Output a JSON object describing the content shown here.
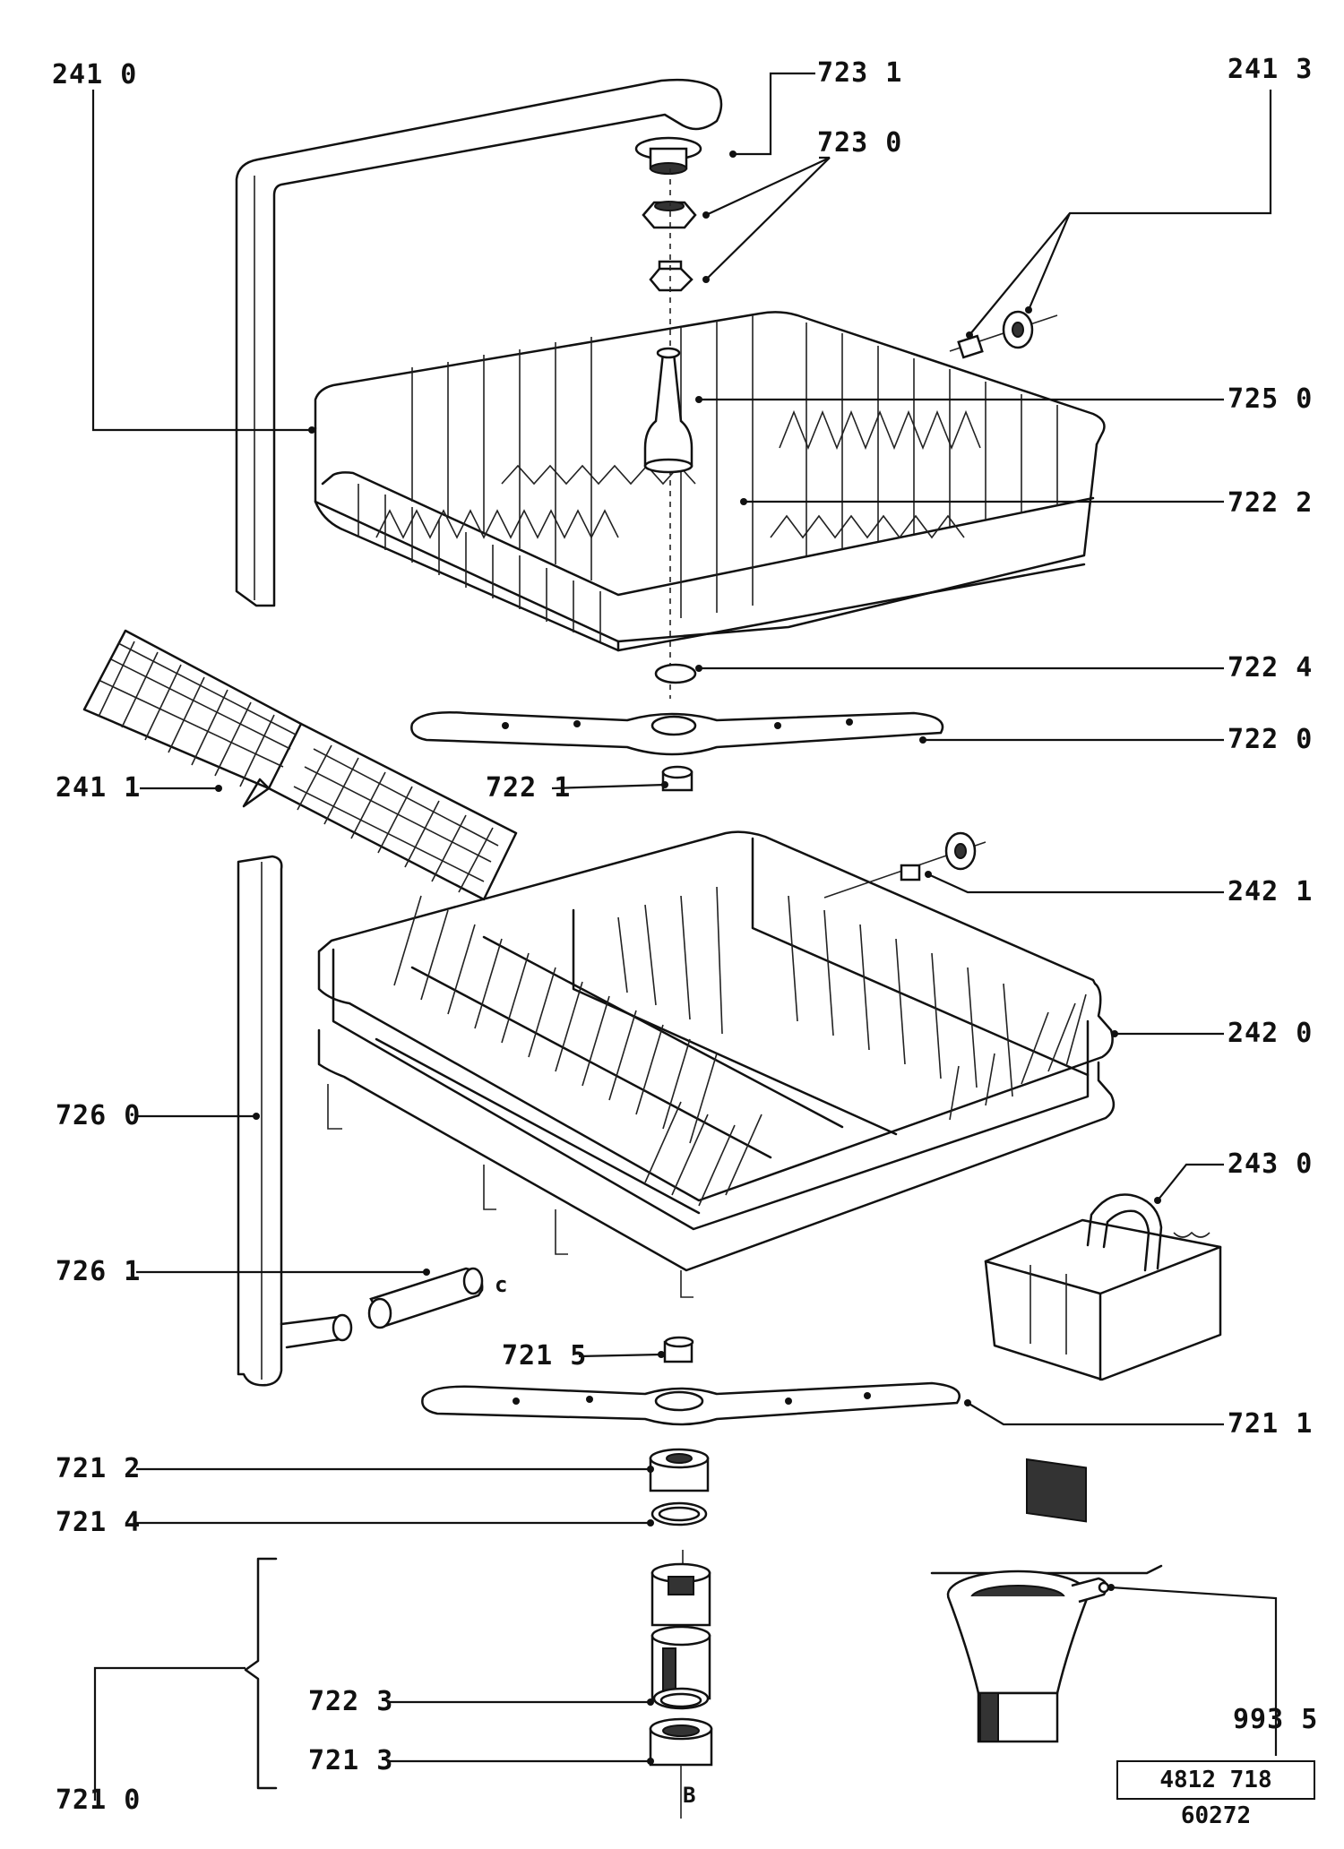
{
  "labels": {
    "l_241_0": "241 0",
    "l_723_1": "723 1",
    "l_723_0": "723 0",
    "l_241_3": "241 3",
    "l_725_0": "725 0",
    "l_722_2": "722 2",
    "l_722_4": "722 4",
    "l_722_0": "722 0",
    "l_241_1": "241 1",
    "l_722_1": "722 1",
    "l_242_1": "242 1",
    "l_242_0": "242 0",
    "l_726_0": "726 0",
    "l_243_0": "243 0",
    "l_726_1": "726 1",
    "l_721_5": "721 5",
    "l_721_1": "721 1",
    "l_721_2": "721 2",
    "l_721_4": "721 4",
    "l_722_3": "722 3",
    "l_721_3": "721 3",
    "l_721_0": "721 0",
    "l_993_5": "993 5"
  },
  "letters": {
    "c": "c",
    "b": "B"
  },
  "document_number": "4812 718 60272"
}
